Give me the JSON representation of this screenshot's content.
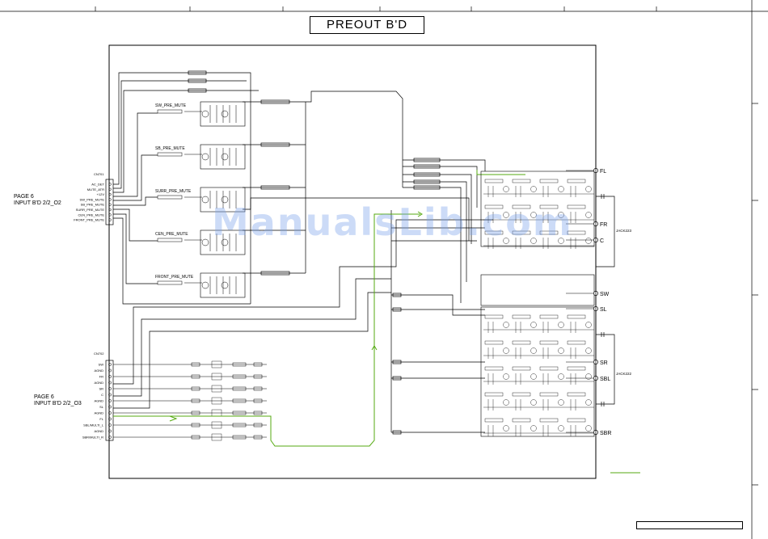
{
  "title": "PREOUT B'D",
  "watermark": "ManualsLib.com",
  "page_refs": {
    "top": {
      "page": "PAGE 6",
      "line2": "INPUT B'D 2/2_O2"
    },
    "bottom": {
      "page": "PAGE 6",
      "line2": "INPUT B'D 2/2_O3"
    }
  },
  "connectors": {
    "cn701": {
      "ref": "CN701",
      "pins": [
        "AC_DET",
        "MUTE_ATR",
        "+12V",
        "SW_PRE_MUTE",
        "SB_PRE_MUTE",
        "SURR_PRE_MUTE",
        "CEN_PRE_MUTE",
        "FRONT_PRE_MUTE"
      ]
    },
    "cn702": {
      "ref": "CN702",
      "pins": [
        "SW",
        "AGND",
        "FR",
        "AGND",
        "SR",
        "C",
        "AGND",
        "SL",
        "AGND",
        "FL",
        "SBL/MULTI_L",
        "AGND",
        "SBR/MULTI_R"
      ]
    }
  },
  "mute_blocks": [
    "SW_PRE_MUTE",
    "SB_PRE_MUTE",
    "SURR_PRE_MUTE",
    "CEN_PRE_MUTE",
    "FRONT_PRE_MUTE"
  ],
  "outputs": [
    "FL",
    "FR",
    "C",
    "SW",
    "SL",
    "SR",
    "SBL",
    "SBR"
  ],
  "jacks": [
    "JACK223",
    "JACK222"
  ],
  "colors": {
    "line": "#000000",
    "signal_highlight": "#55aa11",
    "watermark": "#7aa0eb"
  }
}
